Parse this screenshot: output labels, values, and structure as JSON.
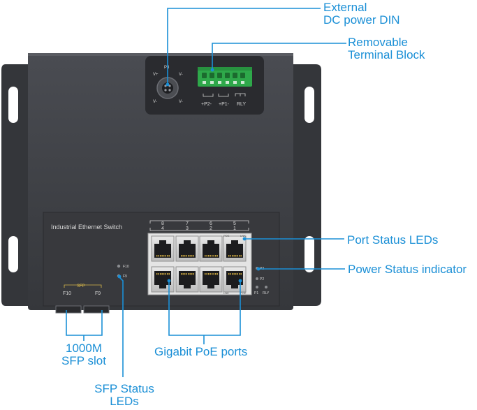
{
  "colors": {
    "accent": "#1a8fd6",
    "chassis": "#3d3f44",
    "chassis_dark": "#2b2c30",
    "terminal_green": "#2ea84a",
    "panel_text": "#d8d8d8"
  },
  "callouts": {
    "dc_power": [
      "External",
      "DC power DIN"
    ],
    "terminal_block": [
      "Removable",
      "Terminal Block"
    ],
    "port_status": [
      "Port Status LEDs"
    ],
    "power_status": [
      "Power Status indicator"
    ],
    "gigabit_poe": [
      "Gigabit PoE ports"
    ],
    "sfp_slot": [
      "1000M",
      "SFP slot"
    ],
    "sfp_status": [
      "SFP Status",
      "LEDs"
    ]
  },
  "device": {
    "panel_title": "Industrial Ethernet Switch",
    "power_connector": {
      "label": "P3",
      "pins": [
        "V+",
        "V-",
        "V-",
        "V-"
      ]
    },
    "terminal_labels": [
      "+P2-",
      "+P1-",
      "RLY"
    ],
    "port_numbers_top": [
      "8",
      "7",
      "6",
      "5"
    ],
    "port_numbers_bottom": [
      "4",
      "3",
      "2",
      "1"
    ],
    "port_tiny_labels": [
      "POE",
      "LNK",
      "LNK",
      "POE"
    ],
    "sfp_group_label": "SFP",
    "sfp_labels": [
      "F10",
      "F9"
    ],
    "sfp_led_labels": [
      "F10",
      "F9"
    ],
    "power_led_labels": [
      "P3",
      "P2",
      "P1",
      "RLY"
    ]
  }
}
